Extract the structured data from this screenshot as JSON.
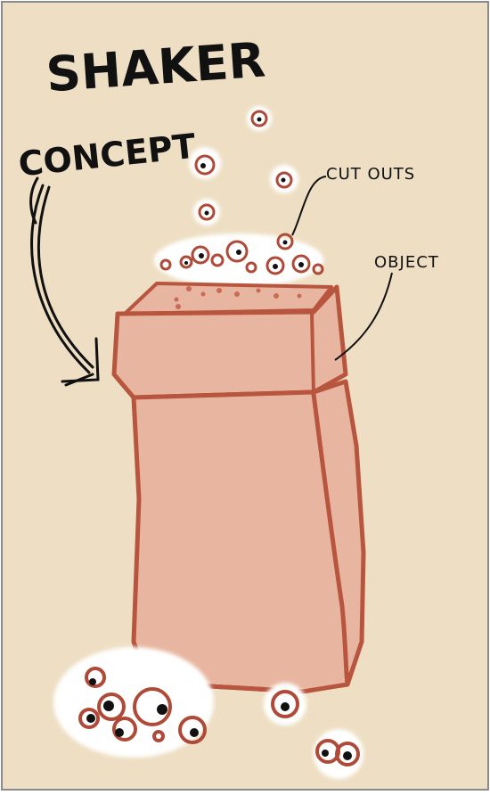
{
  "sketch": {
    "title_line1": "SHAKER",
    "title_line2": "CONCEPT",
    "label_cutouts": "CUT OUTS",
    "label_object": "OBJECT"
  },
  "colors": {
    "paper": "#eedfc4",
    "frame": "#8a8a8a",
    "shaker_fill": "#e8b6a0",
    "shaker_outline": "#b8553f",
    "cutout_ring": "#b04a38",
    "cutout_center": "#111111",
    "glow": "#ffffff",
    "ink": "#111111"
  }
}
